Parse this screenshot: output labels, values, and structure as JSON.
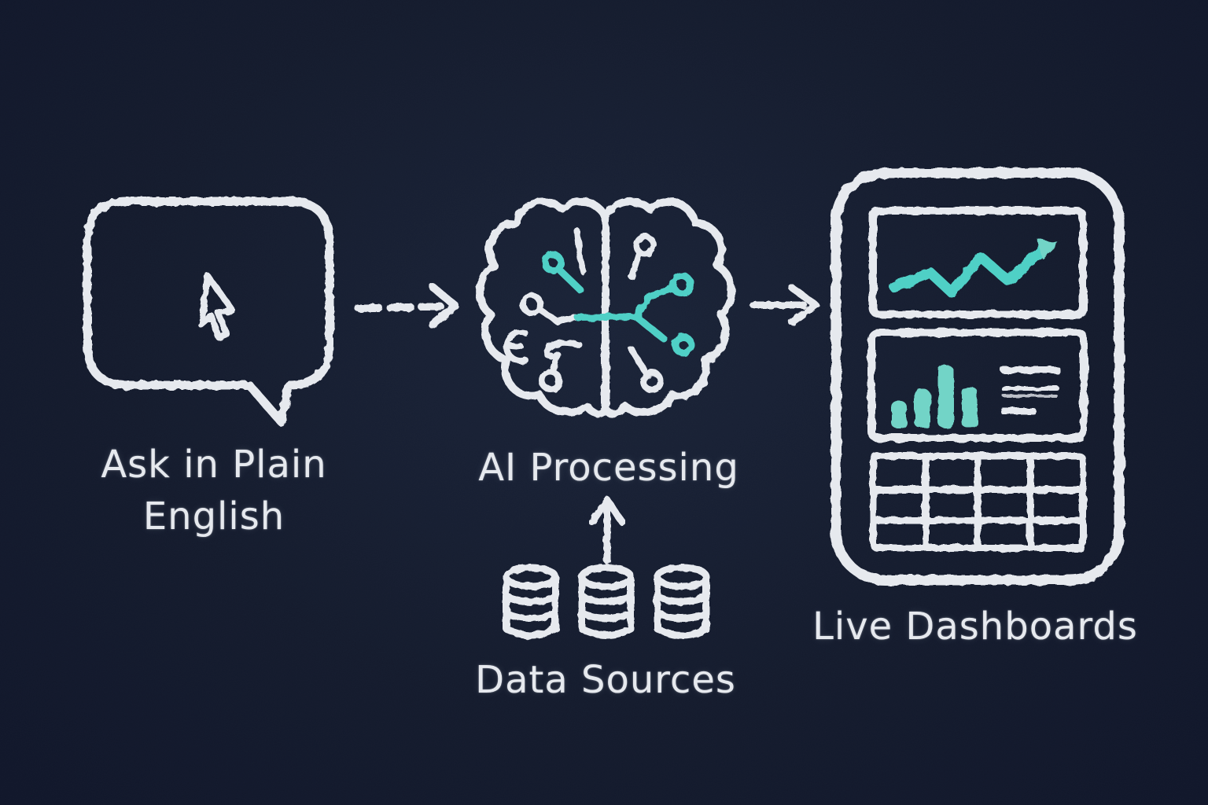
{
  "diagram": {
    "style": "chalkboard-flowchart",
    "steps": [
      {
        "id": "ask",
        "label_line1": "Ask in Plain",
        "label_line2": "English",
        "icon": "speech-bubble-cursor-icon"
      },
      {
        "id": "ai",
        "label": "AI Processing",
        "icon": "brain-circuit-icon"
      },
      {
        "id": "dashboards",
        "label": "Live Dashboards",
        "icon": "tablet-dashboard-icon"
      }
    ],
    "inputs": [
      {
        "id": "data",
        "label": "Data Sources",
        "icon": "database-cylinders-icon",
        "cylinder_count": 3
      }
    ],
    "connectors": [
      {
        "from": "ask",
        "to": "ai",
        "style": "dashed",
        "direction": "right",
        "icon": "dashed-arrow-right-icon"
      },
      {
        "from": "ai",
        "to": "dashboards",
        "style": "solid",
        "direction": "right",
        "icon": "arrow-right-icon"
      },
      {
        "from": "data",
        "to": "ai",
        "style": "solid",
        "direction": "up",
        "icon": "arrow-up-icon"
      }
    ]
  },
  "dashboard_preview": {
    "line_chart": {
      "type": "line",
      "color": "teal",
      "arrow_end": true,
      "points_rel": [
        [
          10,
          45
        ],
        [
          27,
          62
        ],
        [
          37,
          38
        ],
        [
          51,
          80
        ],
        [
          65,
          51
        ],
        [
          83,
          93
        ]
      ]
    },
    "bar_chart": {
      "type": "bar",
      "color": "teal",
      "values": [
        35,
        50,
        80,
        53
      ],
      "text_lines": 3
    },
    "table": {
      "rows": 3,
      "cols": 4
    }
  },
  "colors": {
    "bg": "#141b2d",
    "chalk": "#e6e9ee",
    "chalk-dim": "#cdd2db",
    "teal": "#72d4c7",
    "teal-bright": "#4fd0c6"
  }
}
